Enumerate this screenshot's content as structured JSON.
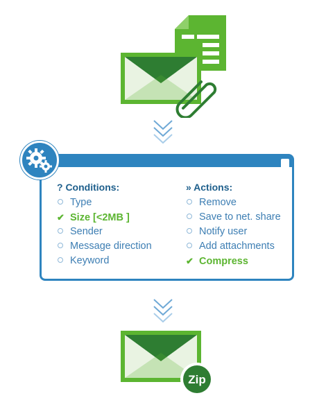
{
  "colors": {
    "green_dark": "#2e7d32",
    "green": "#5cb531",
    "green_light": "#8cc63f",
    "blue": "#2e84bf",
    "text_blue": "#3d7eb3"
  },
  "icons": {
    "doc": "document-icon",
    "envelope_top": "envelope-icon",
    "clip": "paperclip-icon",
    "gear": "gears-icon",
    "chevrons": "chevrons-down-icon",
    "zip": "zip-badge-icon"
  },
  "conditions": {
    "heading": "? Conditions:",
    "items": [
      {
        "label": "Type",
        "checked": false
      },
      {
        "label": "Size [<2MB ]",
        "checked": true
      },
      {
        "label": "Sender",
        "checked": false
      },
      {
        "label": "Message direction",
        "checked": false
      },
      {
        "label": "Keyword",
        "checked": false
      }
    ]
  },
  "actions": {
    "heading": "» Actions:",
    "items": [
      {
        "label": "Remove",
        "checked": false
      },
      {
        "label": "Save to net. share",
        "checked": false
      },
      {
        "label": "Notify user",
        "checked": false
      },
      {
        "label": "Add attachments",
        "checked": false
      },
      {
        "label": "Compress",
        "checked": true
      }
    ]
  },
  "zip_label": "Zip"
}
